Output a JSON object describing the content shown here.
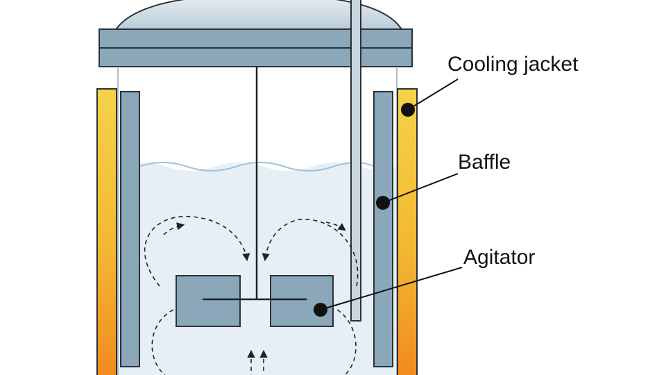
{
  "labels": {
    "cooling_jacket": "Cooling jacket",
    "baffle": "Baffle",
    "agitator": "Agitator"
  },
  "colors": {
    "steel": "#8aa8ba",
    "steel_light": "#c9d6dd",
    "liquid": "#e6eff6",
    "liquid_surface": "#9dc4d6",
    "jacket_light": "#f5d348",
    "jacket_dark": "#f08a1e",
    "outline": "#2b3136",
    "flow_line": "#222222"
  },
  "icons": {
    "callout_marker": "filled-circle",
    "flow_marker": "arrow-head"
  }
}
